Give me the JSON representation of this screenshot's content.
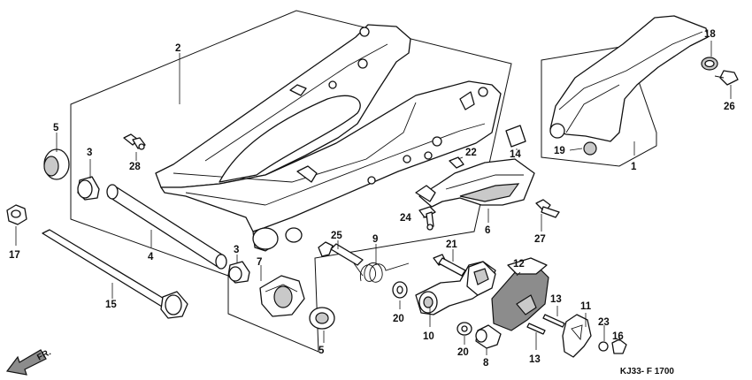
{
  "callouts": {
    "p1": "1",
    "p2": "2",
    "p3a": "3",
    "p3b": "3",
    "p4": "4",
    "p5a": "5",
    "p5b": "5",
    "p6": "6",
    "p7": "7",
    "p8": "8",
    "p9": "9",
    "p10": "10",
    "p11": "11",
    "p12": "12",
    "p13a": "13",
    "p13b": "13",
    "p14": "14",
    "p15": "15",
    "p16": "16",
    "p17": "17",
    "p18": "18",
    "p19": "19",
    "p20a": "20",
    "p20b": "20",
    "p21": "21",
    "p22": "22",
    "p23": "23",
    "p24": "24",
    "p25": "25",
    "p26": "26",
    "p27": "27",
    "p28": "28"
  },
  "front_label": "FR.",
  "diagram_code": "KJ33- F 1700",
  "icons": {
    "front_arrow": "front-arrow-icon"
  }
}
